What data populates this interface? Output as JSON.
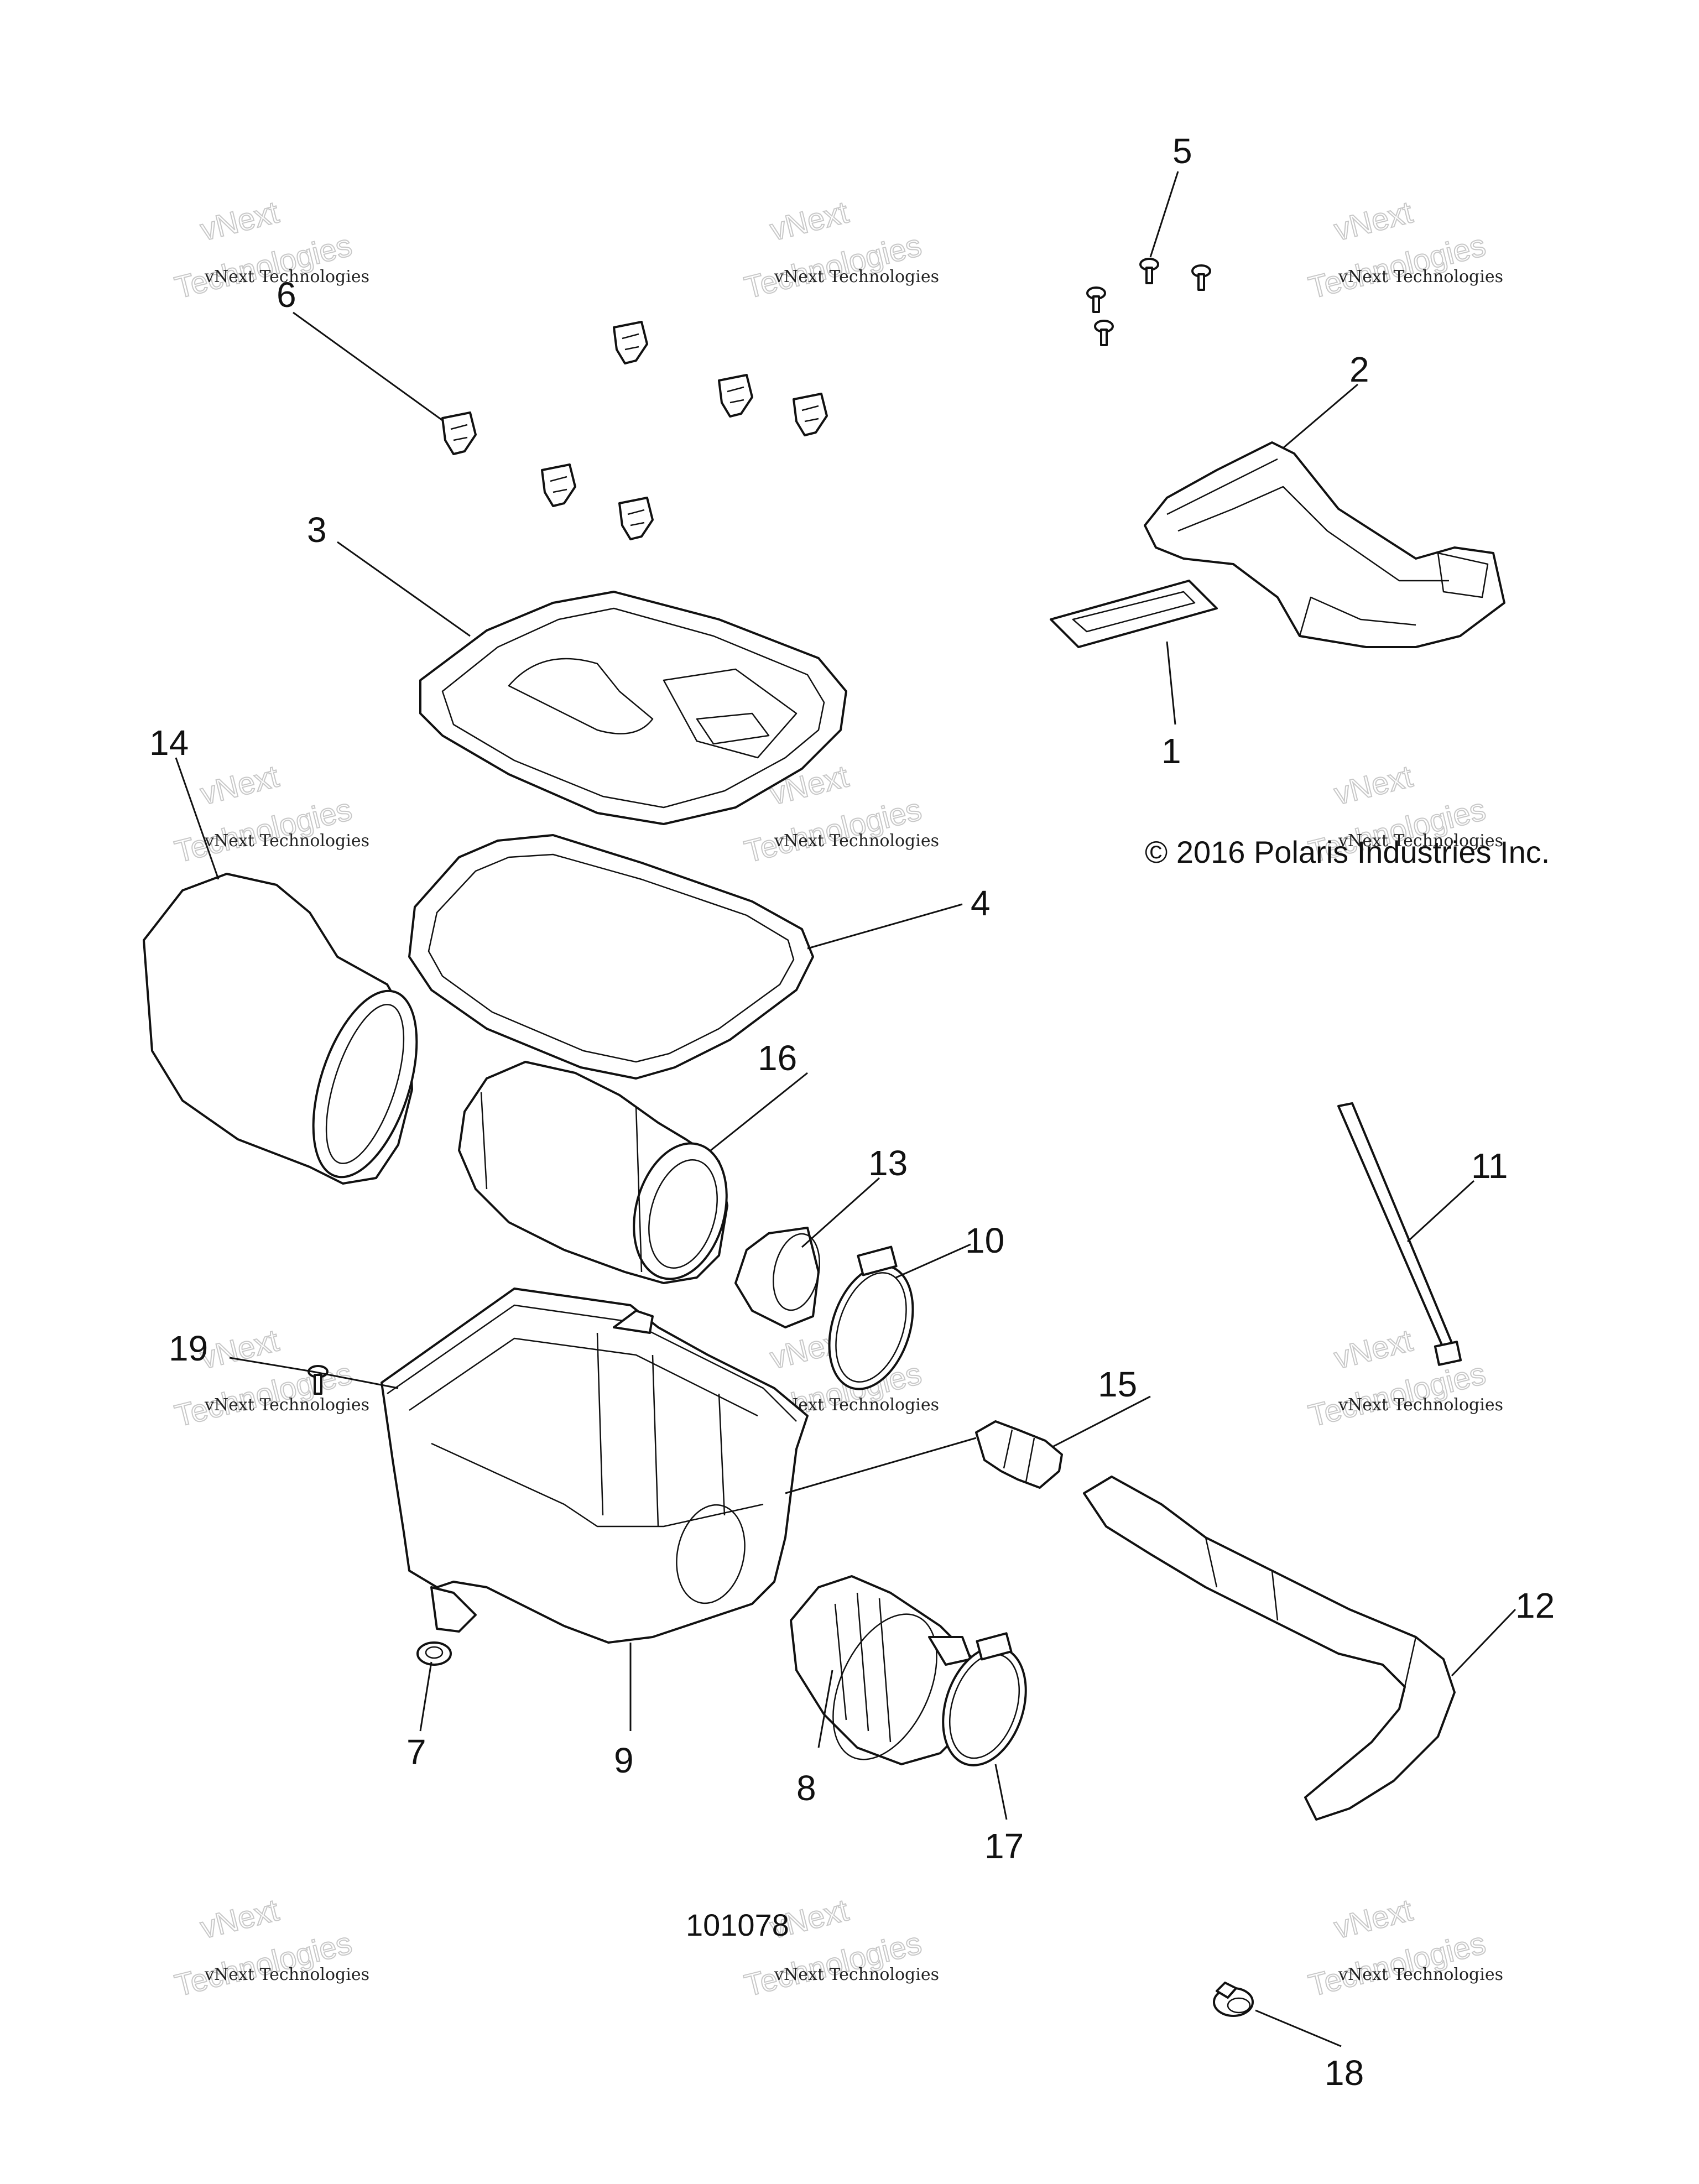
{
  "copyright": "© 2016 Polaris Industries Inc.",
  "drawing_number": "101078",
  "watermark": {
    "company": "vNext Technologies",
    "outline_line1": "vNext",
    "outline_line2": "Technologies"
  },
  "callouts": [
    "1",
    "2",
    "3",
    "4",
    "5",
    "6",
    "7",
    "8",
    "9",
    "10",
    "11",
    "12",
    "13",
    "14",
    "15",
    "16",
    "17",
    "18",
    "19"
  ]
}
